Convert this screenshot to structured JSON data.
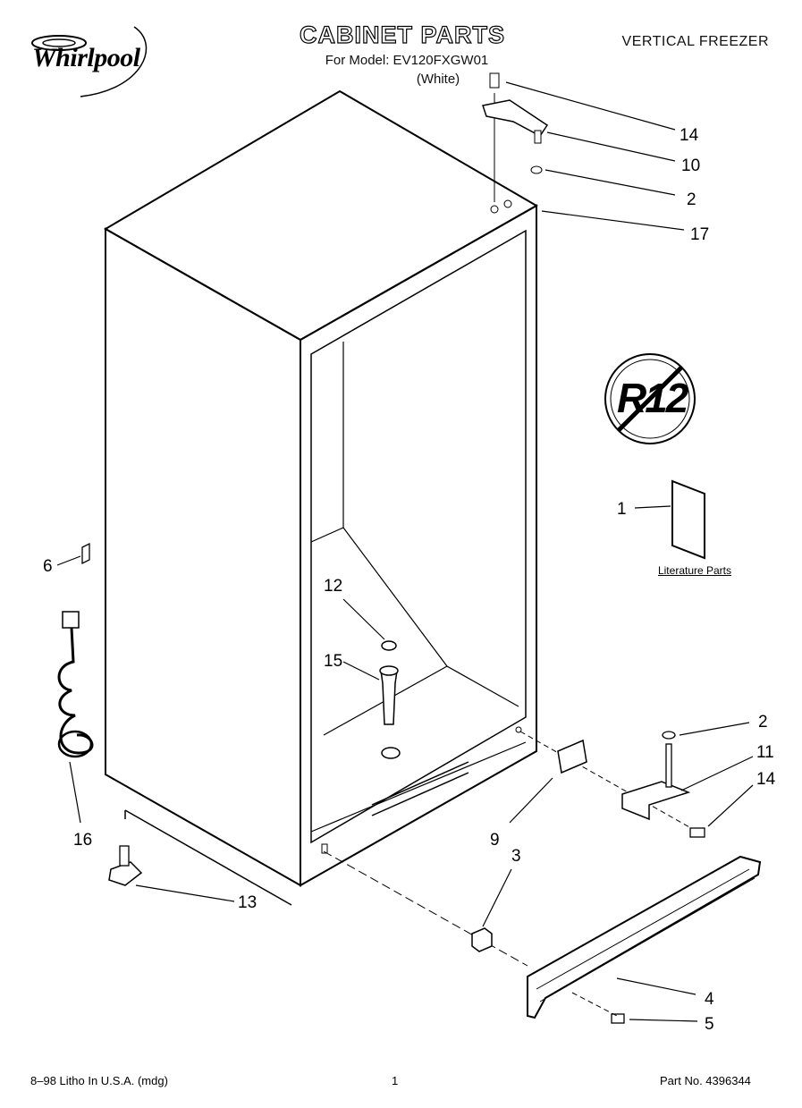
{
  "header": {
    "brand": "Whirlpool",
    "title": "CABINET PARTS",
    "model_line": "For Model: EV120FXGW01",
    "color_line": "(White)",
    "product_type": "VERTICAL FREEZER"
  },
  "badge": {
    "text": "R12"
  },
  "literature": {
    "label": "Literature Parts"
  },
  "callouts": {
    "c14_top": "14",
    "c10": "10",
    "c2_top": "2",
    "c17": "17",
    "c1": "1",
    "c6": "6",
    "c12": "12",
    "c15": "15",
    "c16": "16",
    "c13": "13",
    "c2_bot": "2",
    "c11": "11",
    "c14_bot": "14",
    "c9": "9",
    "c3": "3",
    "c4": "4",
    "c5": "5"
  },
  "footer": {
    "left": "8–98 Litho In U.S.A. (mdg)",
    "page": "1",
    "part_no": "Part No. 4396344"
  }
}
